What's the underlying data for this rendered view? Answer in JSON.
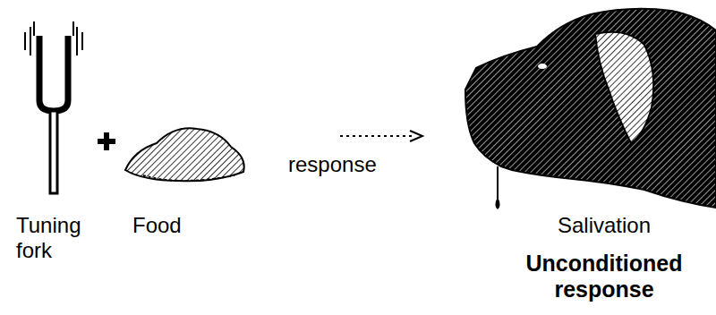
{
  "diagram": {
    "labels": [
      "Tuning fork",
      "Food",
      "response",
      "Salivation",
      "Unconditioned response"
    ]
  }
}
